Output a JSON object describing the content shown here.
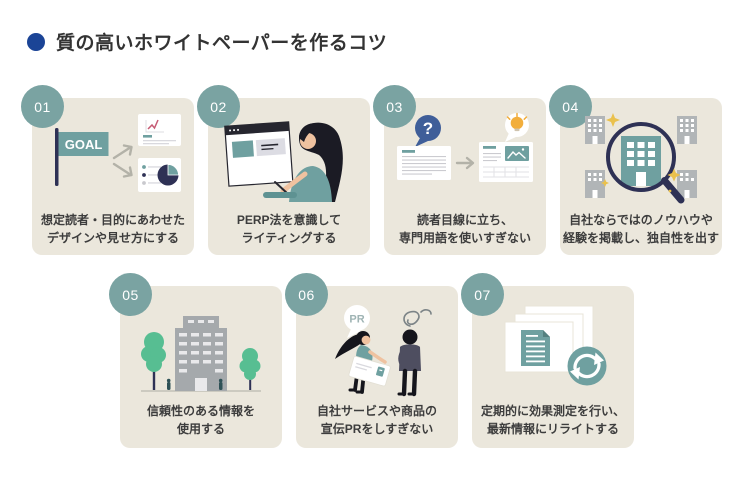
{
  "header": {
    "title": "質の高いホワイトペーパーを作るコツ",
    "bullet_icon": "blue-dot",
    "accent_color": "#1B4496"
  },
  "colors": {
    "background": "#FFFFFF",
    "card_background": "#EBE7DC",
    "badge_teal": "#7AA3A2",
    "illustration_teal": "#6FA0A0",
    "navy": "#2E3155",
    "bubble_blue": "#3F5E99",
    "caption_text": "#3D3D3D",
    "arrow_gray": "#B3B2A8",
    "sparkle_yellow": "#EAC14D",
    "bulb_orange": "#F2AE3C",
    "tree_green": "#57BE92",
    "building_gray": "#A5A9AC"
  },
  "cards": [
    {
      "number": "01",
      "caption": "想定読者・目的にあわせた\nデザインや見せ方にする",
      "illustration": "goal-flag-pointing-to-layouts",
      "goal_label": "GOAL"
    },
    {
      "number": "02",
      "caption": "PERP法を意識して\nライティングする",
      "illustration": "woman-writing-in-front-of-screen"
    },
    {
      "number": "03",
      "caption": "読者目線に立ち、\n専門用語を使いすぎない",
      "illustration": "jargon-document-to-clear-document",
      "question_mark": "?"
    },
    {
      "number": "04",
      "caption": "自社ならではのノウハウや\n経験を掲載し、独自性を出す",
      "illustration": "magnifier-highlighting-unique-company"
    },
    {
      "number": "05",
      "caption": "信頼性のある情報を\n使用する",
      "illustration": "trusted-office-building"
    },
    {
      "number": "06",
      "caption": "自社サービスや商品の\n宣伝PRをしすぎない",
      "illustration": "over-promotion-conversation",
      "pr_label": "PR"
    },
    {
      "number": "07",
      "caption": "定期的に効果測定を行い、\n最新情報にリライトする",
      "illustration": "documents-with-refresh"
    }
  ]
}
